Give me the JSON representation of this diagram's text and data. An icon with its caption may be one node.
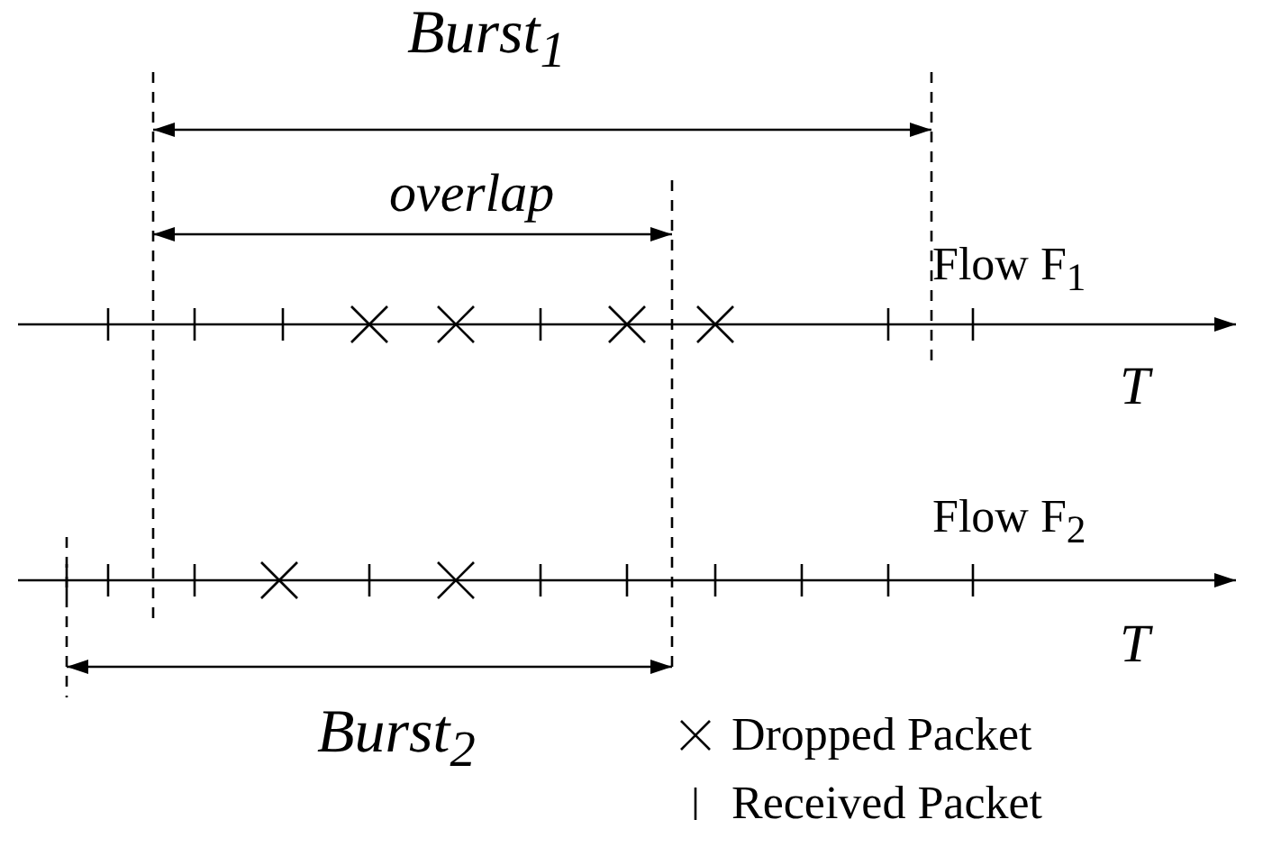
{
  "diagram": {
    "labels": [
      "Burst$_{1}$",
      "overlap",
      "Flow F$_{1}$",
      "T",
      "Flow F$_{2}$",
      "T",
      "Burst$_{2}$"
    ],
    "legend": [
      {
        "text": "Dropped Packet"
      },
      {
        "text": "Received Packet"
      }
    ]
  }
}
